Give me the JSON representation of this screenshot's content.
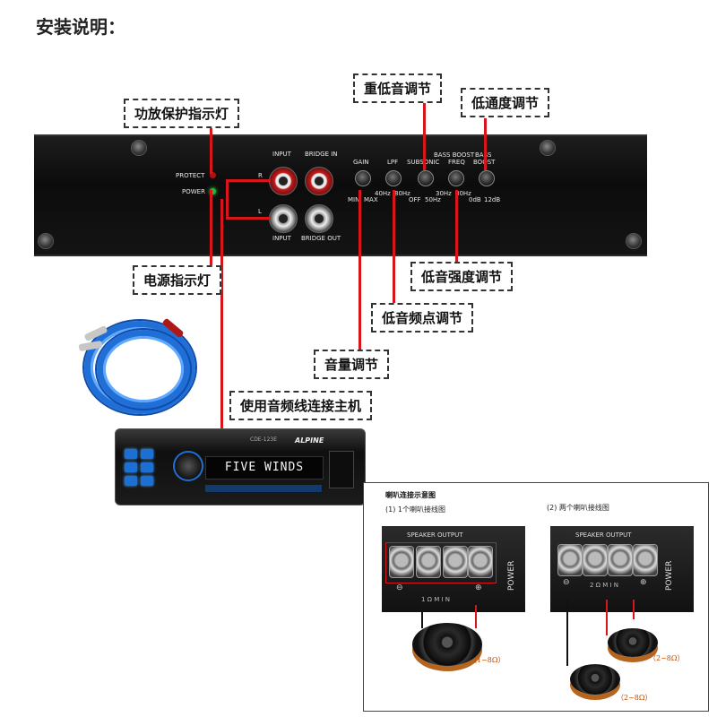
{
  "title": "安装说明：",
  "amp": {
    "protect_label": "PROTECT",
    "power_label": "POWER",
    "input_top": "INPUT",
    "bridge_in": "BRIDGE IN",
    "input_bottom": "INPUT",
    "bridge_out": "BRIDGE OUT",
    "r_label": "R",
    "l_label": "L",
    "gain": "GAIN",
    "min": "MIN",
    "max": "MAX",
    "lpf": "LPF",
    "lpf_40": "40Hz",
    "lpf_80": "80Hz",
    "subsonic": "SUBSONIC",
    "off": "OFF",
    "hz50": "50Hz",
    "hz30": "30Hz",
    "bass_boost_freq_1": "BASS BOOST",
    "bass_boost_freq_2": "FREQ",
    "hz80": "80Hz",
    "bass_boost_1": "BASS",
    "bass_boost_2": "BOOST",
    "db0": "0dB",
    "db12": "12dB"
  },
  "callouts": {
    "protect_led": "功放保护指示灯",
    "power_led": "电源指示灯",
    "subwoofer": "重低音调节",
    "lowpass": "低通度调节",
    "bass_strength": "低音强度调节",
    "bass_freq": "低音频点调节",
    "volume": "音量调节",
    "audio_line": "使用音频线连接主机"
  },
  "headunit": {
    "display": "FIVE WINDS",
    "brand": "ALPINE",
    "model": "CDE-123E"
  },
  "speaker_diagram": {
    "title": "喇叭连接示意图",
    "one_speaker": "(1)  1个喇叭接线图",
    "two_speakers": "(2)  两个喇叭接线图",
    "speaker_output": "SPEAKER OUTPUT",
    "power": "POWER",
    "min_label_1": "1 Ω  M I N",
    "min_label_2": "2 Ω  M I N",
    "ohm_1": "（1~8Ω）",
    "ohm_2a": "（2~8Ω）",
    "ohm_2b": "（2~8Ω）",
    "plus": "⊕",
    "minus": "⊖"
  },
  "colors": {
    "accent_red": "#d9151c",
    "cable_blue": "#1f6fd6",
    "button_blue": "#1e6fd4"
  }
}
